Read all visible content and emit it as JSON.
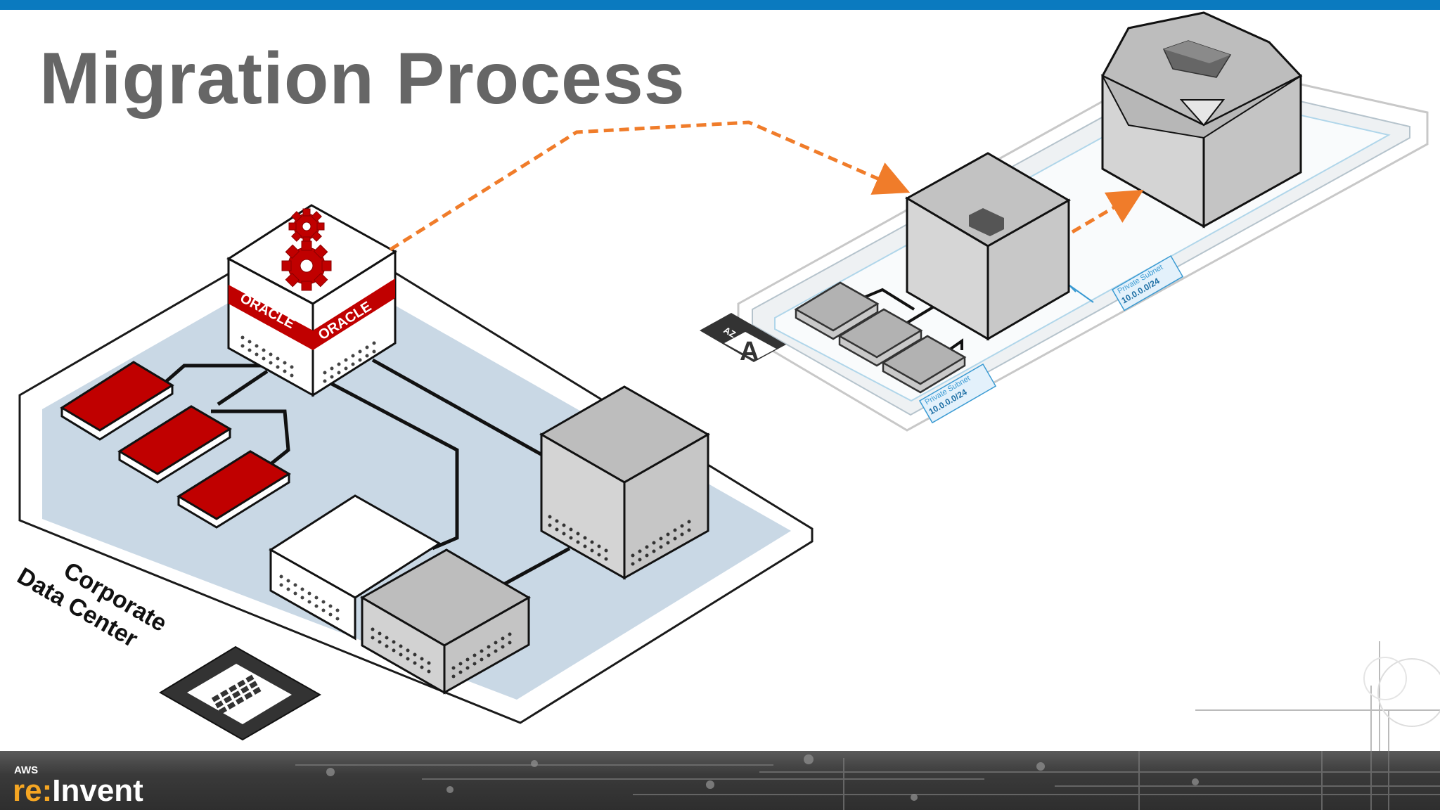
{
  "slide": {
    "title": "Migration Process",
    "accent_bar_color": "#0a7abf"
  },
  "diagram": {
    "on_prem": {
      "label_line1": "Corporate",
      "label_line2": "Data Center",
      "server_brand_left": "ORACLE",
      "server_brand_right": "ORACLE",
      "icons": [
        "gear-icon",
        "gear-icon",
        "building-icon"
      ]
    },
    "aws": {
      "az_label": "AZ",
      "az_letter": "A",
      "subnet_left_name": "Private Subnet",
      "subnet_left_cidr": "10.0.0.0/24",
      "subnet_right_name": "Private Subnet",
      "subnet_right_cidr": "10.0.0.0/24",
      "icons": [
        "database-icon"
      ]
    },
    "arrow_color": "#f07c2a",
    "brand_red": "#c00000"
  },
  "footer": {
    "logo_aws": "AWS",
    "logo_re": "re",
    "logo_colon": ":",
    "logo_invent": "Invent"
  }
}
